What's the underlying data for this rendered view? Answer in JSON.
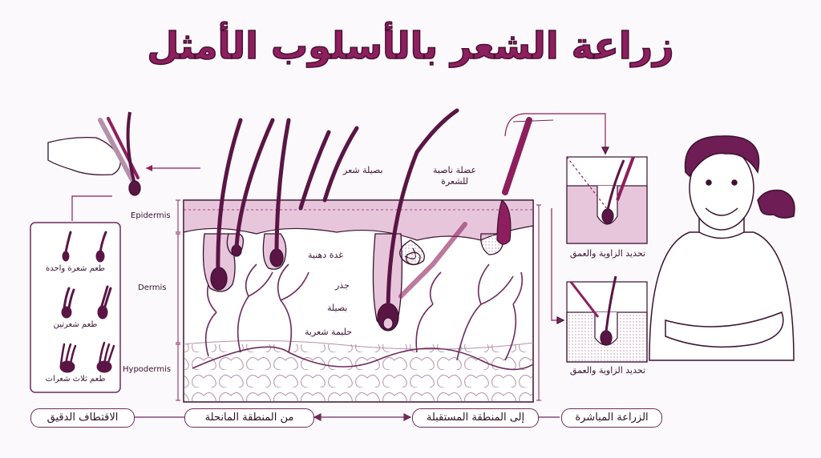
{
  "title": "زراعة الشعر بالأسلوب الأمثل",
  "layers": {
    "epidermis": "Epidermis",
    "dermis": "Dermis",
    "hypodermis": "Hypodermis"
  },
  "anatomy_labels": {
    "hair_bulb_top": "بصيلة شعر",
    "arrector_muscle": "عضلة ناصبة\nللشعرة",
    "sebaceous_gland": "غدة دهنية",
    "root": "جذر",
    "bulb": "بصيلة",
    "papilla": "حليمة شعرية"
  },
  "graft_types": {
    "single": "طعم شعرة واحدة",
    "double": "طعم شعرتين",
    "triple": "طعم ثلاث شعرات"
  },
  "implant_labels": {
    "angle_depth_1": "تحديد الزاوية والعمق",
    "angle_depth_2": "تحديد الزاوية والعمق"
  },
  "steps": {
    "extraction": "الاقتطاف الدقيق",
    "from_donor": "من المنطقة المانحلة",
    "to_recipient": "إلى المنطقة المستقبلة",
    "direct_implant": "الزراعة المباشرة"
  },
  "colors": {
    "accent": "#8e1f5e",
    "dark": "#4a0f35",
    "skin": "#e7c6dc",
    "outline": "#3a1230"
  }
}
